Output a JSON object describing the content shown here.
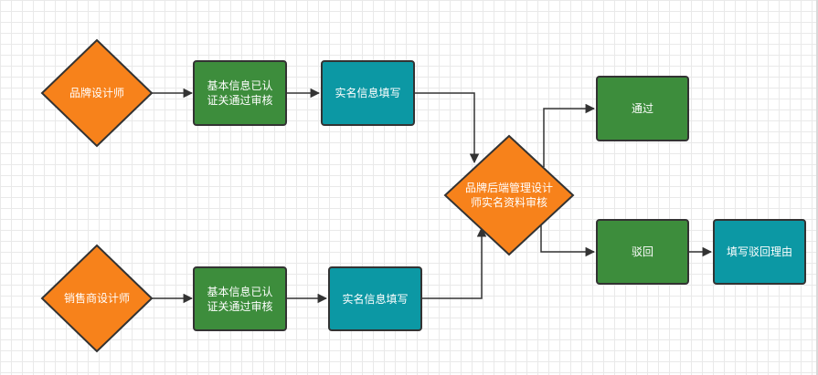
{
  "colors": {
    "diamond_fill": "#f7821b",
    "green_fill": "#3d8d3c",
    "teal_fill": "#0c98a4",
    "stroke": "#333333",
    "connector": "#333333"
  },
  "nodes": {
    "brand_designer": "品牌设计师",
    "dealer_designer": "销售商设计师",
    "basic_info_top_line1": "基本信息已认",
    "basic_info_top_line2": "证关通过审核",
    "basic_info_bottom_line1": "基本信息已认",
    "basic_info_bottom_line2": "证关通过审核",
    "realname_top": "实名信息填写",
    "realname_bottom": "实名信息填写",
    "review_line1": "品牌后端管理设计",
    "review_line2": "师实名资料审核",
    "pass": "通过",
    "reject": "驳回",
    "reject_reason": "填写驳回理由"
  }
}
